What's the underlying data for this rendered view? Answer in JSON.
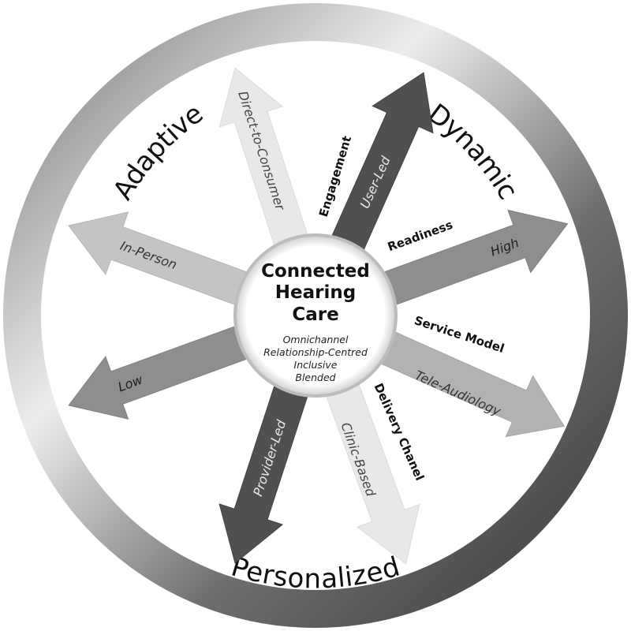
{
  "ring_words": [
    "Adaptive",
    "Dynamic",
    "Personalized"
  ],
  "center": {
    "title_lines": [
      "Connected",
      "Hearing",
      "Care"
    ],
    "subtitle_lines": [
      "Omnichannel",
      "Relationship-Centred",
      "Inclusive",
      "Blended"
    ]
  },
  "arrow_labels": {
    "direct_to_consumer": "Direct-to-Consumer",
    "user_led": "User-Led",
    "high": "High",
    "tele_audiology": "Tele-Audiology",
    "clinic_based": "Clinic-Based",
    "provider_led": "Provider-Led",
    "low": "Low",
    "in_person": "In-Person"
  },
  "axis_labels": {
    "engagement": "Engagement",
    "readiness": "Readiness",
    "service_model": "Service Model",
    "delivery_channel": "Delivery Chanel"
  },
  "colors": {
    "dark_arrow": "#505050",
    "mid_arrow": "#8e8e8e",
    "light_arrow": "#c4c4c4",
    "lightest_arrow": "#e8e8e8"
  }
}
